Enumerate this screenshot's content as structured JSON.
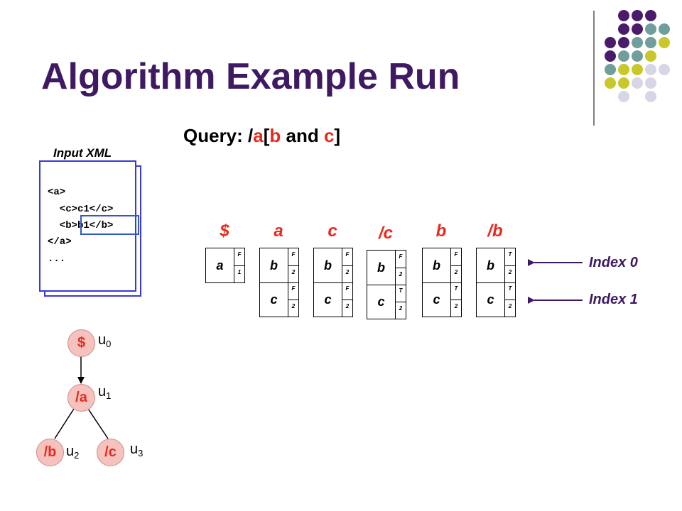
{
  "title": "Algorithm Example Run",
  "query": {
    "prefix": "Query: /",
    "p1": "a",
    "p2": "[",
    "p3": "b",
    "p4": " and ",
    "p5": "c",
    "p6": "]"
  },
  "input_xml": {
    "label": "Input XML",
    "lines": [
      "<a>",
      "  <c>c1</c>",
      "  <b>b1</b>",
      "</a>",
      "..."
    ]
  },
  "colors": {
    "title": "#3f1a63",
    "highlight": "#e8291c",
    "node_fill": "#f6c2bd",
    "purple": "#4b1b6b",
    "teal": "#6f9e9b",
    "yellow": "#c8c82a",
    "lavender": "#d6d6e6"
  },
  "columns": [
    {
      "head": "$",
      "rows": [
        {
          "label": "a",
          "flag": "F",
          "num": "1"
        }
      ]
    },
    {
      "head": "a",
      "rows": [
        {
          "label": "b",
          "flag": "F",
          "num": "2"
        },
        {
          "label": "c",
          "flag": "F",
          "num": "2"
        }
      ]
    },
    {
      "head": "c",
      "rows": [
        {
          "label": "b",
          "flag": "F",
          "num": "2"
        },
        {
          "label": "c",
          "flag": "F",
          "num": "2"
        }
      ]
    },
    {
      "head": "/c",
      "rows": [
        {
          "label": "b",
          "flag": "F",
          "num": "2"
        },
        {
          "label": "c",
          "flag": "T",
          "num": "2"
        }
      ]
    },
    {
      "head": "b",
      "rows": [
        {
          "label": "b",
          "flag": "F",
          "num": "2"
        },
        {
          "label": "c",
          "flag": "T",
          "num": "2"
        }
      ]
    },
    {
      "head": "/b",
      "rows": [
        {
          "label": "b",
          "flag": "T",
          "num": "2"
        },
        {
          "label": "c",
          "flag": "T",
          "num": "2"
        }
      ]
    }
  ],
  "indexes": [
    "Index 0",
    "Index 1"
  ],
  "tree": {
    "nodes": [
      {
        "label": "$",
        "u": "u",
        "sub": "0"
      },
      {
        "label": "/a",
        "u": "u",
        "sub": "1"
      },
      {
        "label": "/b",
        "u": "u",
        "sub": "2"
      },
      {
        "label": "/c",
        "u": "u",
        "sub": "3"
      }
    ]
  }
}
